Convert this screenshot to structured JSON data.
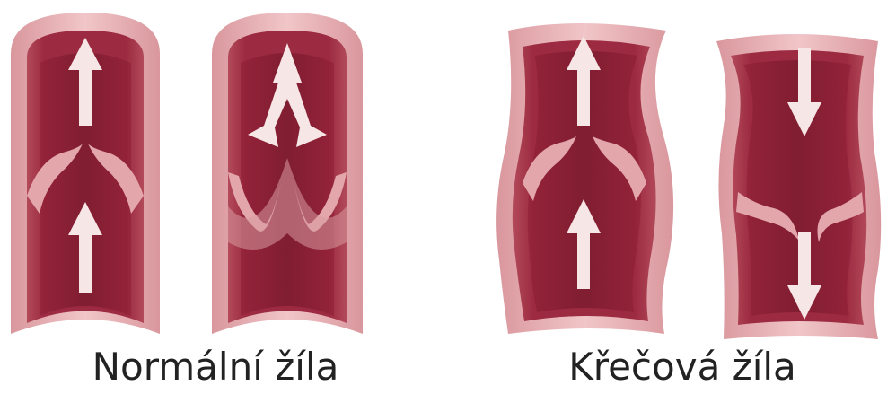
{
  "labels": {
    "normal": "Normální žíla",
    "varicose": "Křečová žíla"
  },
  "colors": {
    "wall_outer": "#e9b4b7",
    "wall_inner": "#c98b90",
    "lumen_dark": "#6e1528",
    "lumen_mid": "#a8283f",
    "valve": "#e3a7ab",
    "arrow": "#f6e6e6",
    "text": "#222222"
  },
  "panels": [
    {
      "group": "normal",
      "flow": "up",
      "valve": "open"
    },
    {
      "group": "normal",
      "flow": "up-split",
      "valve": "closed"
    },
    {
      "group": "varicose",
      "flow": "up",
      "valve": "open"
    },
    {
      "group": "varicose",
      "flow": "down",
      "valve": "incompetent"
    }
  ]
}
